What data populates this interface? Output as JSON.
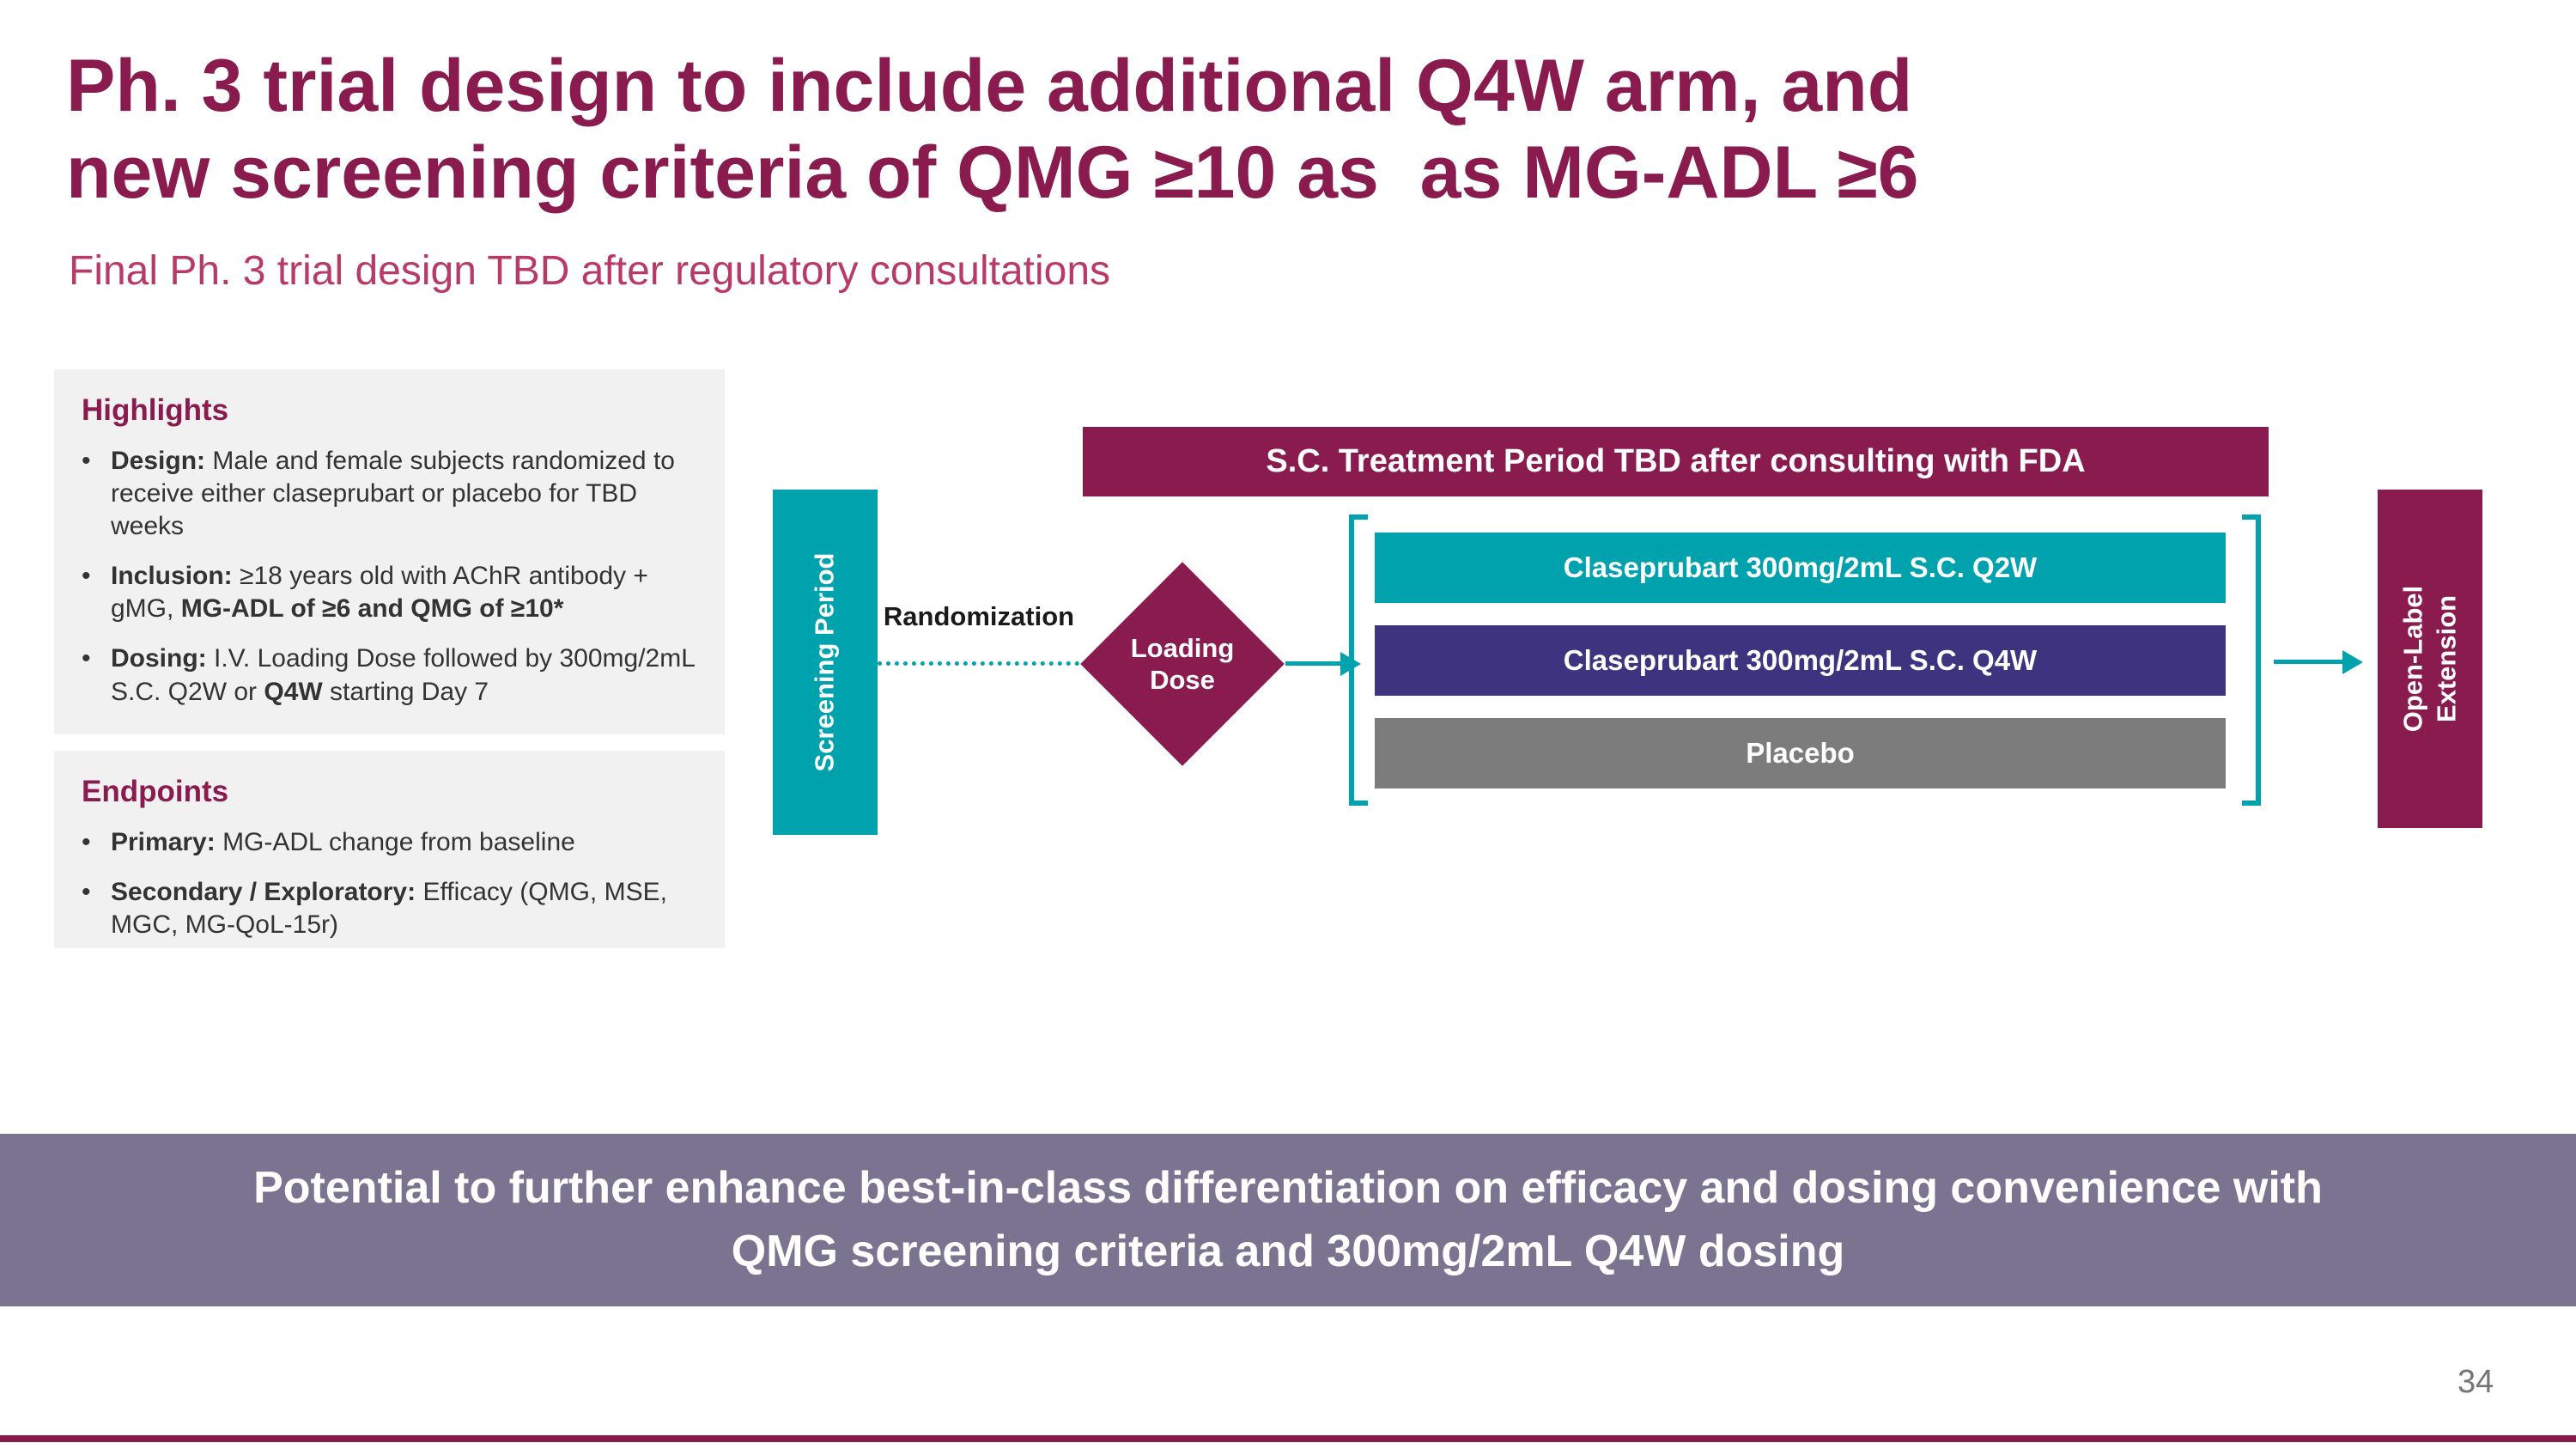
{
  "colors": {
    "maroon": "#8A1B4F",
    "rose": "#B83A66",
    "teal": "#00A3AD",
    "indigo": "#3D3480",
    "gray_bar": "#7C7C7C",
    "purple_banner": "#7B7491",
    "panel_bg": "#F1F1F1"
  },
  "header": {
    "title_line1": "Ph. 3 trial design to include additional Q4W arm, and",
    "title_line2": "new screening criteria of QMG ≥10 as  as MG-ADL ≥6",
    "subtitle": "Final Ph. 3 trial design TBD after regulatory consultations"
  },
  "highlights": {
    "heading": "Highlights",
    "bullets": [
      {
        "segments": [
          {
            "t": "Design:",
            "b": true
          },
          {
            "t": " Male and female subjects randomized to receive either claseprubart or placebo for TBD weeks",
            "b": false
          }
        ]
      },
      {
        "segments": [
          {
            "t": "Inclusion:",
            "b": true
          },
          {
            "t": " ≥18 years old with AChR antibody + gMG, ",
            "b": false
          },
          {
            "t": "MG-ADL of ≥6 and QMG of ≥10*",
            "b": true
          }
        ]
      },
      {
        "segments": [
          {
            "t": "Dosing:",
            "b": true
          },
          {
            "t": " I.V. Loading Dose followed by 300mg/2mL S.C. Q2W or ",
            "b": false
          },
          {
            "t": "Q4W",
            "b": true
          },
          {
            "t": " starting Day 7",
            "b": false
          }
        ]
      }
    ]
  },
  "endpoints": {
    "heading": "Endpoints",
    "bullets": [
      {
        "segments": [
          {
            "t": "Primary:",
            "b": true
          },
          {
            "t": " MG-ADL change from baseline",
            "b": false
          }
        ]
      },
      {
        "segments": [
          {
            "t": "Secondary / Exploratory:",
            "b": true
          },
          {
            "t": " Efficacy (QMG, MSE, MGC, MG-QoL-15r)",
            "b": false
          }
        ]
      }
    ]
  },
  "diagram": {
    "screening_label": "Screening Period",
    "randomization_label": "Randomization",
    "loading_dose_label": "Loading Dose",
    "treatment_banner": "S.C. Treatment Period TBD after consulting with FDA",
    "arms": [
      {
        "label": "Claseprubart 300mg/2mL S.C. Q2W",
        "color": "#00A3AD"
      },
      {
        "label": "Claseprubart 300mg/2mL S.C. Q4W",
        "color": "#3D3480"
      },
      {
        "label": "Placebo",
        "color": "#7C7C7C"
      }
    ],
    "open_label_label": "Open-Label Extension"
  },
  "footer": {
    "banner_line1": "Potential to further enhance best-in-class differentiation on efficacy and dosing convenience with",
    "banner_line2": "QMG screening criteria and 300mg/2mL Q4W dosing",
    "page_number": "34"
  }
}
